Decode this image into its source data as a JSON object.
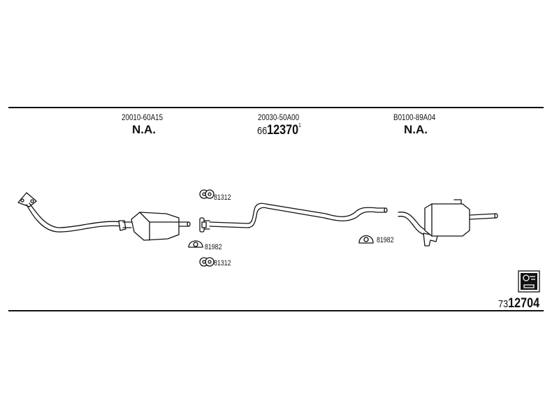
{
  "header": {
    "columns": [
      {
        "part_code": "20010-60A15",
        "value": "N.A."
      },
      {
        "part_code": "20030-50A00",
        "value_prefix": "66",
        "value_main": "12370",
        "value_sup": "1"
      },
      {
        "part_code": "B0100-89A04",
        "value": "N.A."
      }
    ]
  },
  "labels": {
    "clamp_top": "81312",
    "clamp_mid": "81982",
    "clamp_bottom": "81312",
    "clamp_right": "81982"
  },
  "footer": {
    "number_prefix": "73",
    "number_main": "12704"
  }
}
